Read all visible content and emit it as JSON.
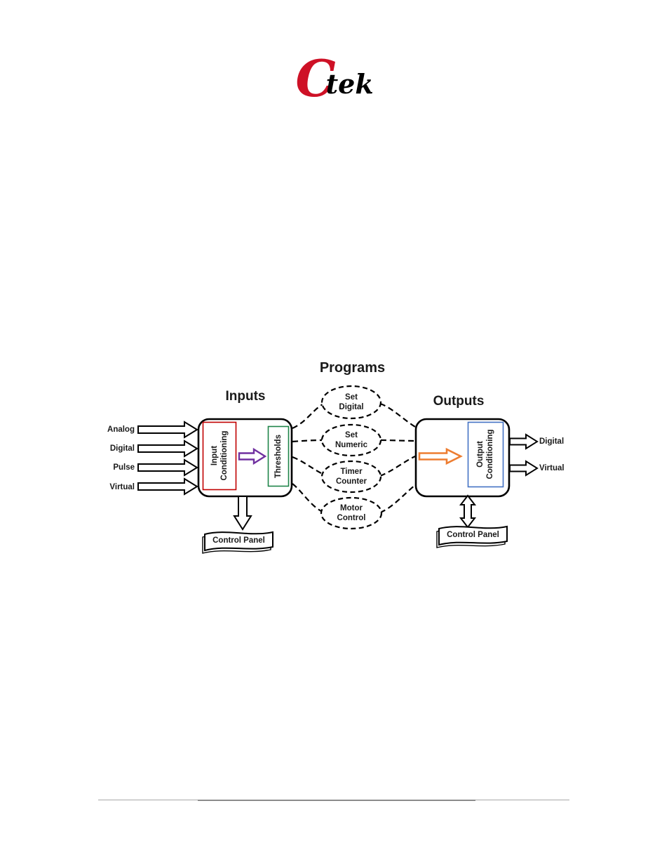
{
  "logo": {
    "c": "C",
    "rest": "tek"
  },
  "diagram": {
    "title": "Programs",
    "inputs_label": "Inputs",
    "outputs_label": "Outputs",
    "input_labels": [
      "Analog",
      "Digital",
      "Pulse",
      "Virtual"
    ],
    "output_labels": [
      "Digital",
      "Virtual"
    ],
    "blocks": {
      "input_conditioning": {
        "line1": "Input",
        "line2": "Conditioning"
      },
      "thresholds": {
        "label": "Thresholds"
      },
      "output_conditioning": {
        "line1": "Output",
        "line2": "Conditioning"
      }
    },
    "programs": [
      {
        "line1": "Set",
        "line2": "Digital"
      },
      {
        "line1": "Set",
        "line2": "Numeric"
      },
      {
        "line1": "Timer",
        "line2": "Counter"
      },
      {
        "line1": "Motor",
        "line2": "Control"
      }
    ],
    "control_panel_left": "Control Panel",
    "control_panel_right": "Control Panel"
  },
  "colors": {
    "logo_red": "#CE1126",
    "red": "#C00000",
    "green": "#1E8449",
    "blue": "#4472C4",
    "purple": "#7030A0",
    "orange": "#ED7D31",
    "black": "#000000"
  }
}
